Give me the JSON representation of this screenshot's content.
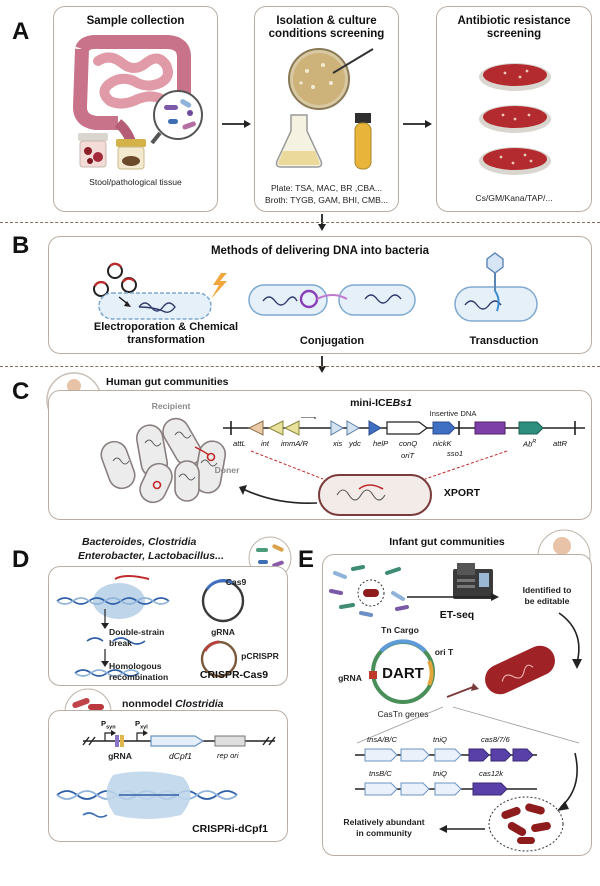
{
  "panel_a": {
    "letter": "A",
    "sample_title": "Sample collection",
    "sample_caption": "Stool/pathological tissue",
    "isolation_title": "Isolation & culture conditions screening",
    "plate_text": "Plate: TSA, MAC, BR ,CBA...",
    "broth_text": "Broth: TYGB, GAM, BHI, CMB...",
    "resistance_title": "Antibiotic resistance screening",
    "resistance_caption": "Cs/GM/Kana/TAP/..."
  },
  "panel_b": {
    "letter": "B",
    "title": "Methods of delivering DNA into bacteria",
    "method1_line1": "Electroporation & Chemical",
    "method1_line2": "transformation",
    "method2": "Conjugation",
    "method3": "Transduction"
  },
  "panel_c": {
    "letter": "C",
    "human_title": "Human gut communities",
    "recipient": "Recipient",
    "doner": "Doner",
    "mini_ice_prefix": "mini-ICE",
    "mini_ice_italic": "Bs1",
    "insertive_dna": "Insertive DNA",
    "genes": [
      "attL",
      "int",
      "immA/R",
      "xis",
      "ydc",
      "helP",
      "conQ",
      "oriT",
      "nickK",
      "sso1",
      "Ab",
      "attR"
    ],
    "ab_superscript": "R",
    "xport": "XPORT"
  },
  "panel_d": {
    "letter": "D",
    "genera_line1": "Bacteroides, Clostridia",
    "genera_line2": "Enterobacter, Lactobacillus...",
    "cas9": "Cas9",
    "grna": "gRNA",
    "pcrispr": "pCRISPR",
    "double_strain_line1": "Double-strain",
    "double_strain_line2": "break",
    "homologous_line1": "Homologous",
    "homologous_line2": "recombination",
    "crispr_cas9": "CRISPR-Cas9",
    "nonmodel_prefix": "nonmodel ",
    "nonmodel_italic": "Clostridia",
    "p_syn": "P",
    "p_syn_sub": "syn",
    "p_xyl": "P",
    "p_xyl_sub": "xyl",
    "grna2": "gRNA",
    "dcpf1": "dCpf1",
    "rep_ori": "rep ori",
    "crispri": "CRISPRi-dCpf1"
  },
  "panel_e": {
    "letter": "E",
    "infant_title": "Infant gut communities",
    "identified_line1": "Identified to",
    "identified_line2": "be editable",
    "et_seq": "ET-seq",
    "tn_cargo": "Tn Cargo",
    "ori_t": "ori T",
    "dart": "DART",
    "grna": "gRNA",
    "castn": "CasTn genes",
    "operon1": [
      "tnsA/B/C",
      "tniQ",
      "cas8/7/6"
    ],
    "operon2": [
      "tnsB/C",
      "tniQ",
      "cas12k"
    ],
    "abundant_line1": "Relatively abundant",
    "abundant_line2": "in community"
  },
  "colors": {
    "panel_border": "#b9aea4",
    "divider": "#8a6d62",
    "bacteria_red": "#8e1c1c",
    "blue_arrow": "#3d5fb7",
    "light_blue": "#b9d4ea"
  }
}
